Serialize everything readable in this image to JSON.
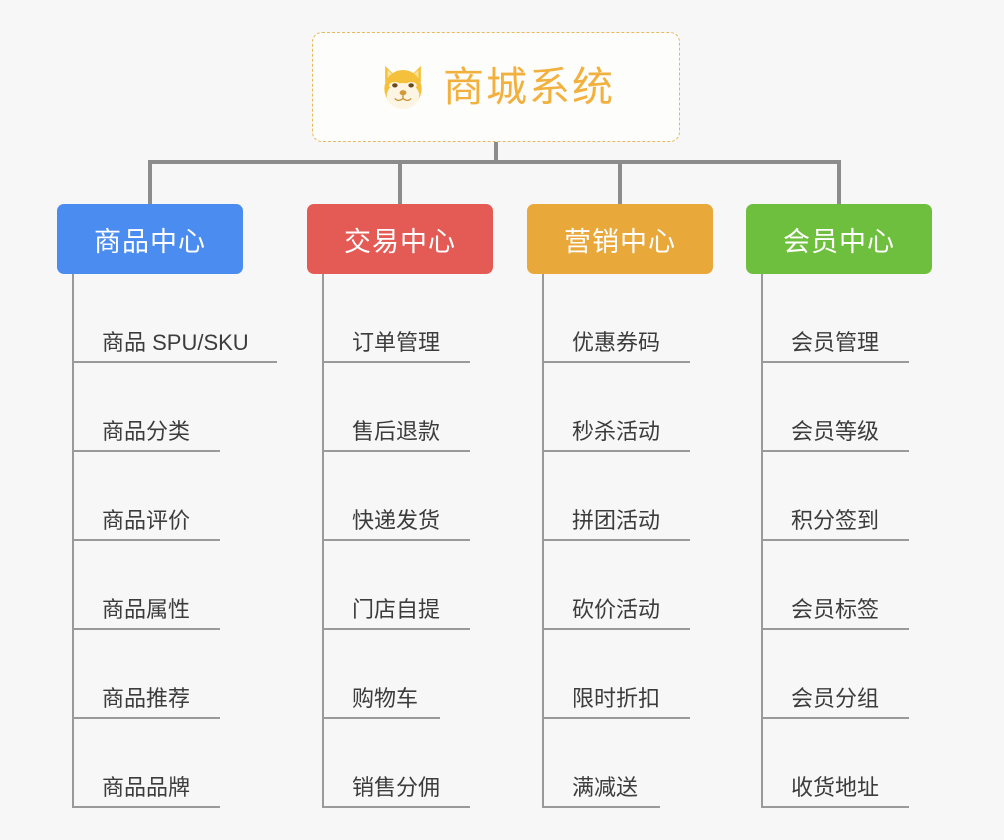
{
  "diagram": {
    "title": "商城系统",
    "root_icon": "shiba-dog-face-icon",
    "background_color": "#f7f7f7",
    "root": {
      "label": "商城系统",
      "text_color": "#f2b13e",
      "border_color": "#e8b85e",
      "background_color": "#fdfdfb"
    },
    "connector_color": "#8c8c8c",
    "columns": [
      {
        "header": "商品中心",
        "color": "#4a8cf0",
        "items": [
          "商品 SPU/SKU",
          "商品分类",
          "商品评价",
          "商品属性",
          "商品推荐",
          "商品品牌"
        ]
      },
      {
        "header": "交易中心",
        "color": "#e45b56",
        "items": [
          "订单管理",
          "售后退款",
          "快递发货",
          "门店自提",
          "购物车",
          "销售分佣"
        ]
      },
      {
        "header": "营销中心",
        "color": "#e9a83a",
        "items": [
          "优惠券码",
          "秒杀活动",
          "拼团活动",
          "砍价活动",
          "限时折扣",
          "满减送"
        ]
      },
      {
        "header": "会员中心",
        "color": "#6fbf3e",
        "items": [
          "会员管理",
          "会员等级",
          "积分签到",
          "会员标签",
          "会员分组",
          "收货地址"
        ]
      }
    ]
  }
}
